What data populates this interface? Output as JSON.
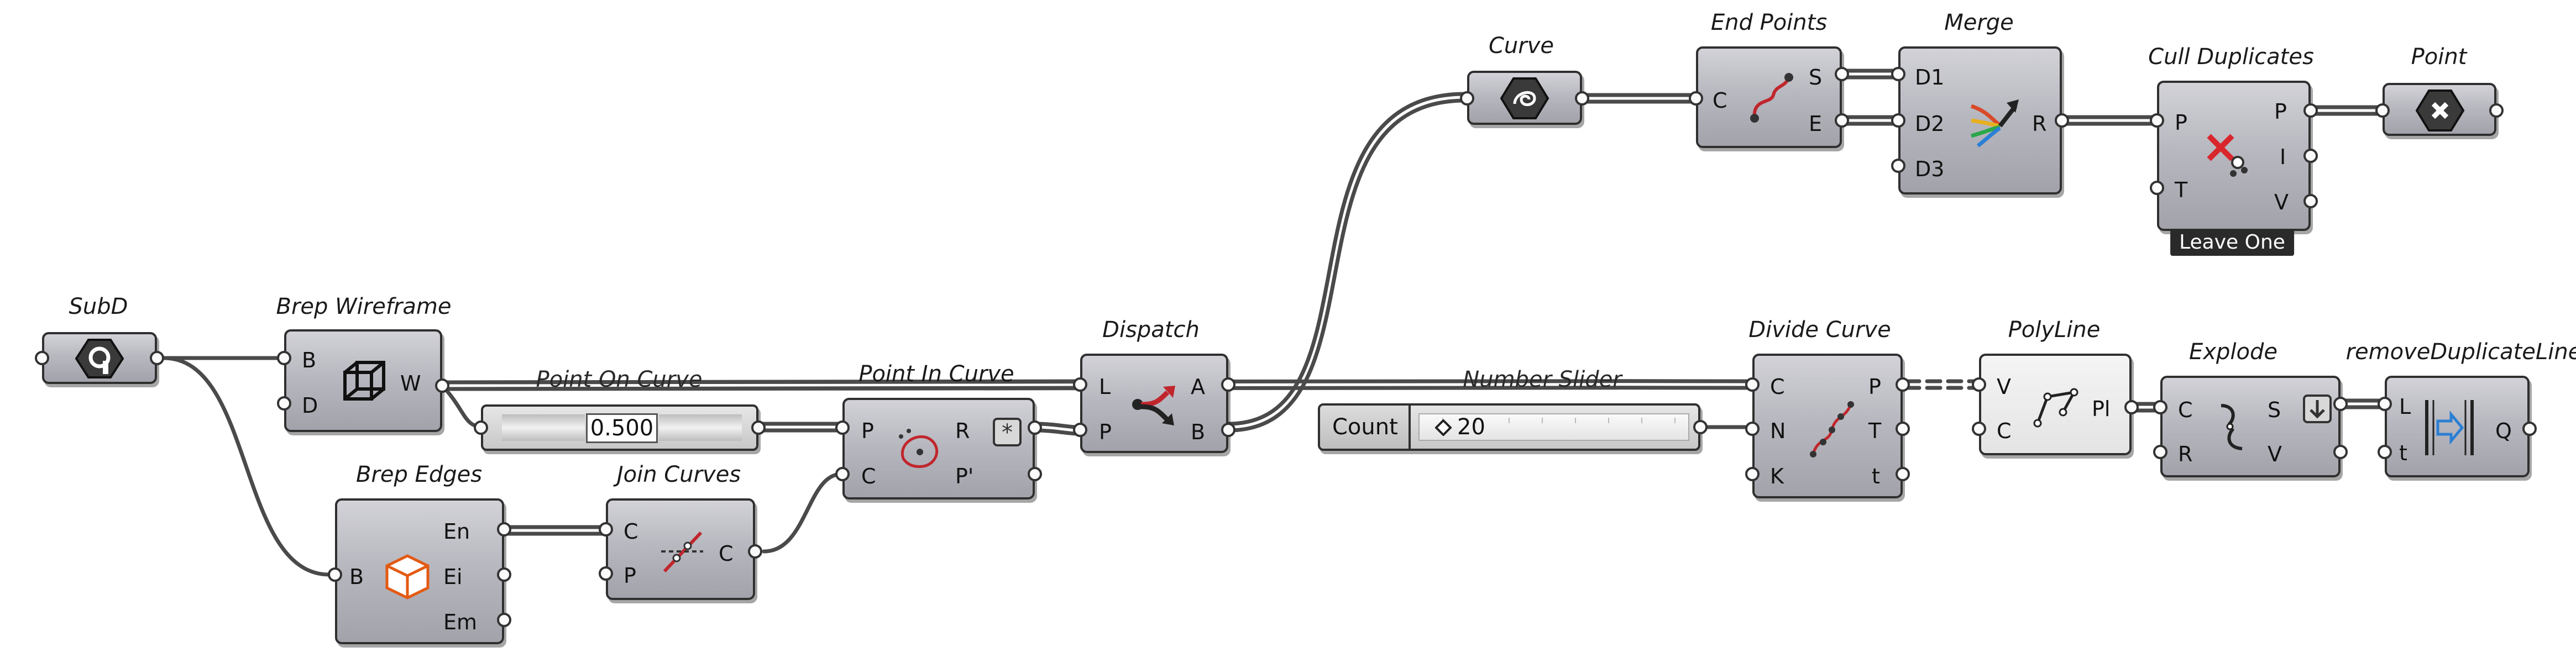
{
  "components": {
    "subd": {
      "title": "SubD"
    },
    "brep_wireframe": {
      "title": "Brep Wireframe",
      "inputs": [
        "B",
        "D"
      ],
      "outputs": [
        "W"
      ]
    },
    "brep_edges": {
      "title": "Brep Edges",
      "inputs": [
        "B"
      ],
      "outputs": [
        "En",
        "Ei",
        "Em"
      ]
    },
    "join_curves": {
      "title": "Join Curves",
      "inputs": [
        "C",
        "P"
      ],
      "outputs": [
        "C"
      ]
    },
    "point_on_curve": {
      "title": "Point On Curve",
      "value": "0.500"
    },
    "point_in_curve": {
      "title": "Point In Curve",
      "inputs": [
        "P",
        "C"
      ],
      "outputs": [
        "R",
        "P'"
      ]
    },
    "dispatch": {
      "title": "Dispatch",
      "inputs": [
        "L",
        "P"
      ],
      "outputs": [
        "A",
        "B"
      ]
    },
    "curve": {
      "title": "Curve"
    },
    "end_points": {
      "title": "End Points",
      "inputs": [
        "C"
      ],
      "outputs": [
        "S",
        "E"
      ]
    },
    "merge": {
      "title": "Merge",
      "inputs": [
        "D1",
        "D2",
        "D3"
      ],
      "outputs": [
        "R"
      ]
    },
    "cull_duplicates": {
      "title": "Cull Duplicates",
      "inputs": [
        "P",
        "T"
      ],
      "outputs": [
        "P",
        "I",
        "V"
      ],
      "badge": "Leave One"
    },
    "point": {
      "title": "Point"
    },
    "number_slider": {
      "title": "Number Slider",
      "label": "Count",
      "value": "20"
    },
    "divide_curve": {
      "title": "Divide Curve",
      "inputs": [
        "C",
        "N",
        "K"
      ],
      "outputs": [
        "P",
        "T",
        "t"
      ]
    },
    "polyline": {
      "title": "PolyLine",
      "inputs": [
        "V",
        "C"
      ],
      "outputs": [
        "Pl"
      ]
    },
    "explode": {
      "title": "Explode",
      "inputs": [
        "C",
        "R"
      ],
      "outputs": [
        "S",
        "V"
      ]
    },
    "remove_duplicate_lines": {
      "title": "removeDuplicateLine...",
      "inputs": [
        "L",
        "t"
      ],
      "outputs": [
        "Q"
      ]
    }
  },
  "colors": {
    "wire": "#4a4a4a",
    "node_top": "#d2d2d8",
    "node_bottom": "#a2a2aa",
    "accent_red": "#c0262c",
    "accent_blue": "#2b7fd4"
  }
}
